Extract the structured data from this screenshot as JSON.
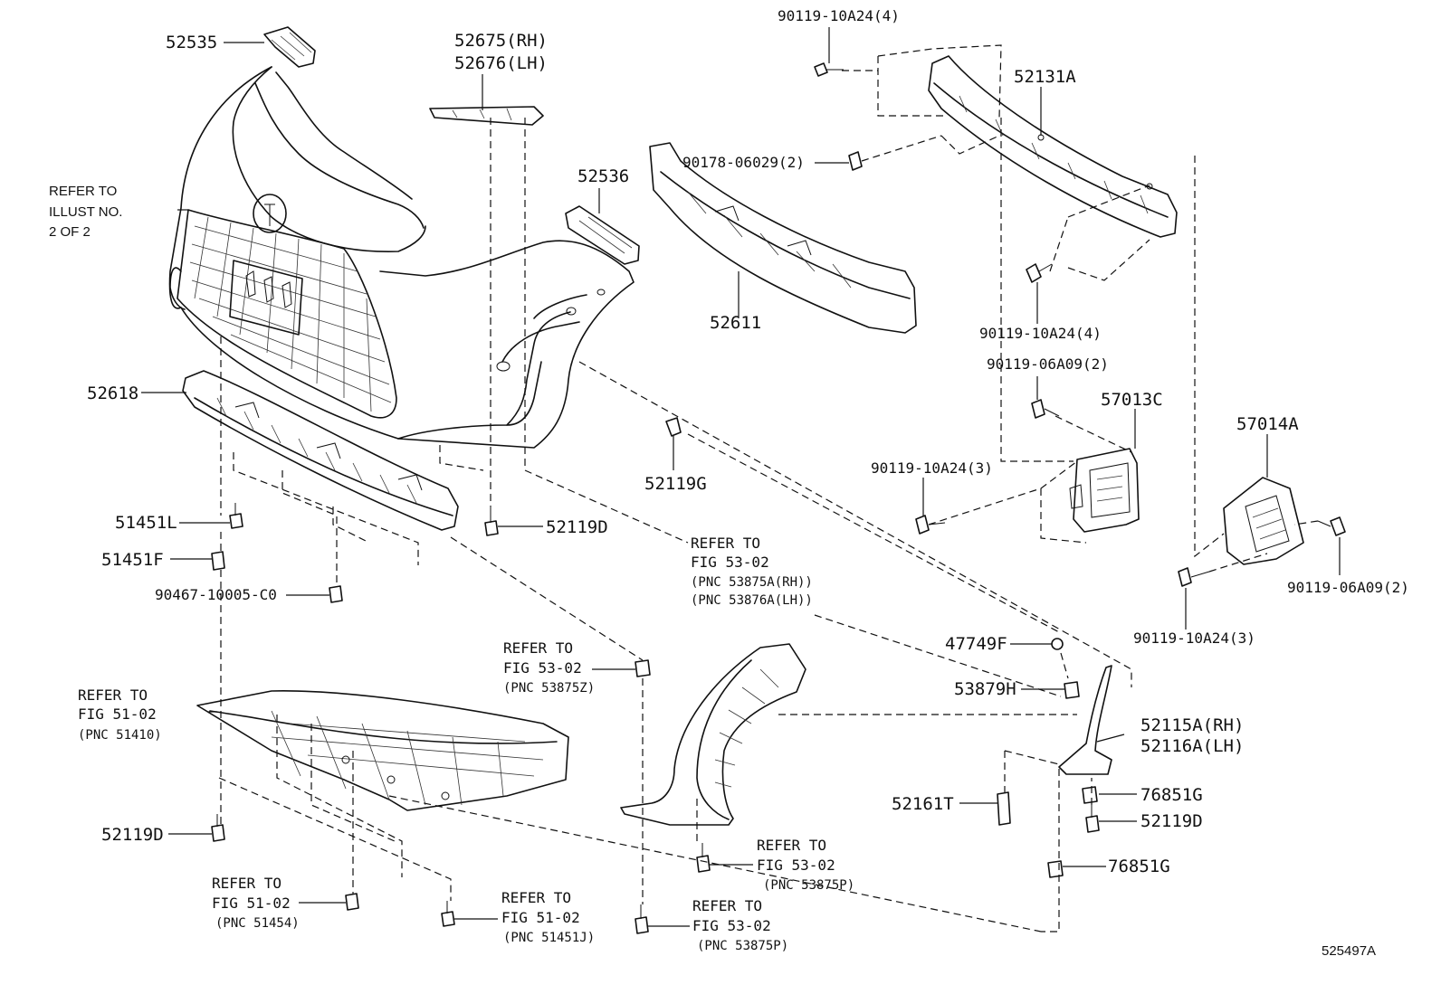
{
  "diagram_id": "525497A",
  "parts": {
    "p52535": "52535",
    "p52675": "52675(RH)",
    "p52676": "52676(LH)",
    "p52536": "52536",
    "p52611": "52611",
    "p52618": "52618",
    "p51451L": "51451L",
    "p51451F": "51451F",
    "p90467": "90467-10005-C0",
    "p52119D_a": "52119D",
    "p52119D_b": "52119D",
    "p52119D_c": "52119D",
    "p52119G": "52119G",
    "p90119_top": "90119-10A24(4)",
    "p52131A": "52131A",
    "p90178": "90178-06029(2)",
    "p90119_mid": "90119-10A24(4)",
    "p90119_06_a": "90119-06A09(2)",
    "p57013C": "57013C",
    "p90119_3a": "90119-10A24(3)",
    "p57014A": "57014A",
    "p90119_06_b": "90119-06A09(2)",
    "p90119_3b": "90119-10A24(3)",
    "p47749F": "47749F",
    "p53879H": "53879H",
    "p52115A": "52115A(RH)",
    "p52116A": "52116A(LH)",
    "p76851G_a": "76851G",
    "p76851G_b": "76851G",
    "p52161T": "52161T"
  },
  "refer_illust": {
    "line1": "REFER TO",
    "line2": "ILLUST NO.",
    "line3": "2 OF 2"
  },
  "refers": {
    "r_5302_main": {
      "line1": "REFER TO",
      "line2": "FIG 53-02",
      "line3": "(PNC 53875A(RH))",
      "line4": "(PNC 53876A(LH))"
    },
    "r_5302_z": {
      "line1": "REFER TO",
      "line2": "FIG 53-02",
      "line3": "(PNC 53875Z)"
    },
    "r_5102_410": {
      "line1": "REFER TO",
      "line2": "FIG 51-02",
      "line3": "(PNC 51410)"
    },
    "r_5302_p1": {
      "line1": "REFER TO",
      "line2": "FIG 53-02",
      "line3": "(PNC 53875P)"
    },
    "r_5302_p2": {
      "line1": "REFER TO",
      "line2": "FIG 53-02",
      "line3": "(PNC 53875P)"
    },
    "r_5102_454": {
      "line1": "REFER TO",
      "line2": "FIG 51-02",
      "line3": "(PNC 51454)"
    },
    "r_5102_451j": {
      "line1": "REFER TO",
      "line2": "FIG 51-02",
      "line3": "(PNC 51451J)"
    }
  }
}
